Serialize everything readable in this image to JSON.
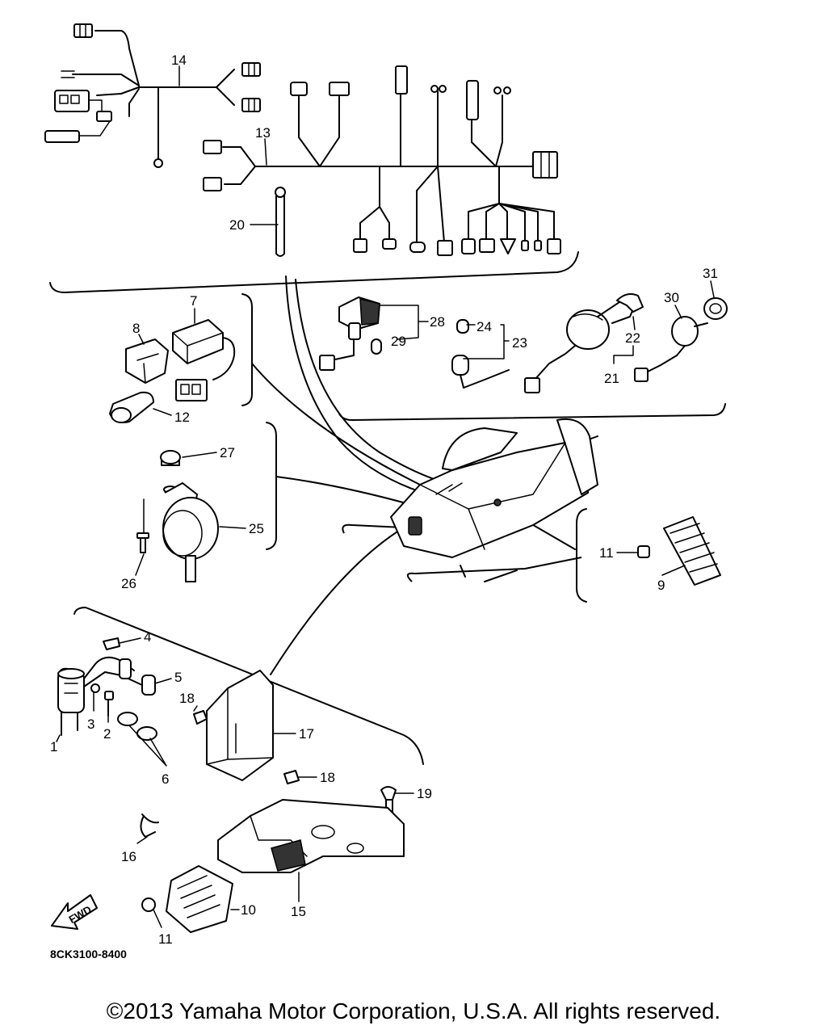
{
  "labels": {
    "l1": "1",
    "l2": "2",
    "l3": "3",
    "l4": "4",
    "l5": "5",
    "l6": "6",
    "l7": "7",
    "l8": "8",
    "l9": "9",
    "l10": "10",
    "l11a": "11",
    "l11b": "11",
    "l12": "12",
    "l13": "13",
    "l14": "14",
    "l15": "15",
    "l16": "16",
    "l17": "17",
    "l18a": "18",
    "l18b": "18",
    "l19": "19",
    "l20": "20",
    "l21": "21",
    "l22": "22",
    "l23": "23",
    "l24": "24",
    "l25": "25",
    "l26": "26",
    "l27": "27",
    "l28": "28",
    "l29": "29",
    "l30": "30",
    "l31": "31"
  },
  "diagram_code": "8CK3100-8400",
  "fwd_label": "FWD",
  "copyright": "©2013 Yamaha Motor Corporation, U.S.A. All rights reserved."
}
